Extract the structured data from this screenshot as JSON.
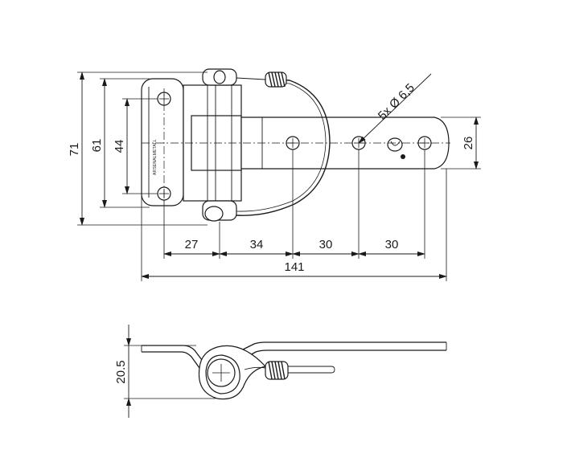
{
  "drawing": {
    "dimensions": {
      "overall_height": "71",
      "hole_pitch_outer": "61",
      "hole_pitch_inner": "44",
      "plate_width": "26",
      "spacing_1": "27",
      "spacing_2": "34",
      "spacing_3": "30",
      "spacing_4": "30",
      "overall_length": "141",
      "hole_callout": "5x Ø 6,5",
      "side_height": "20.5"
    },
    "stamp_text": "ARSENALMETALL"
  }
}
